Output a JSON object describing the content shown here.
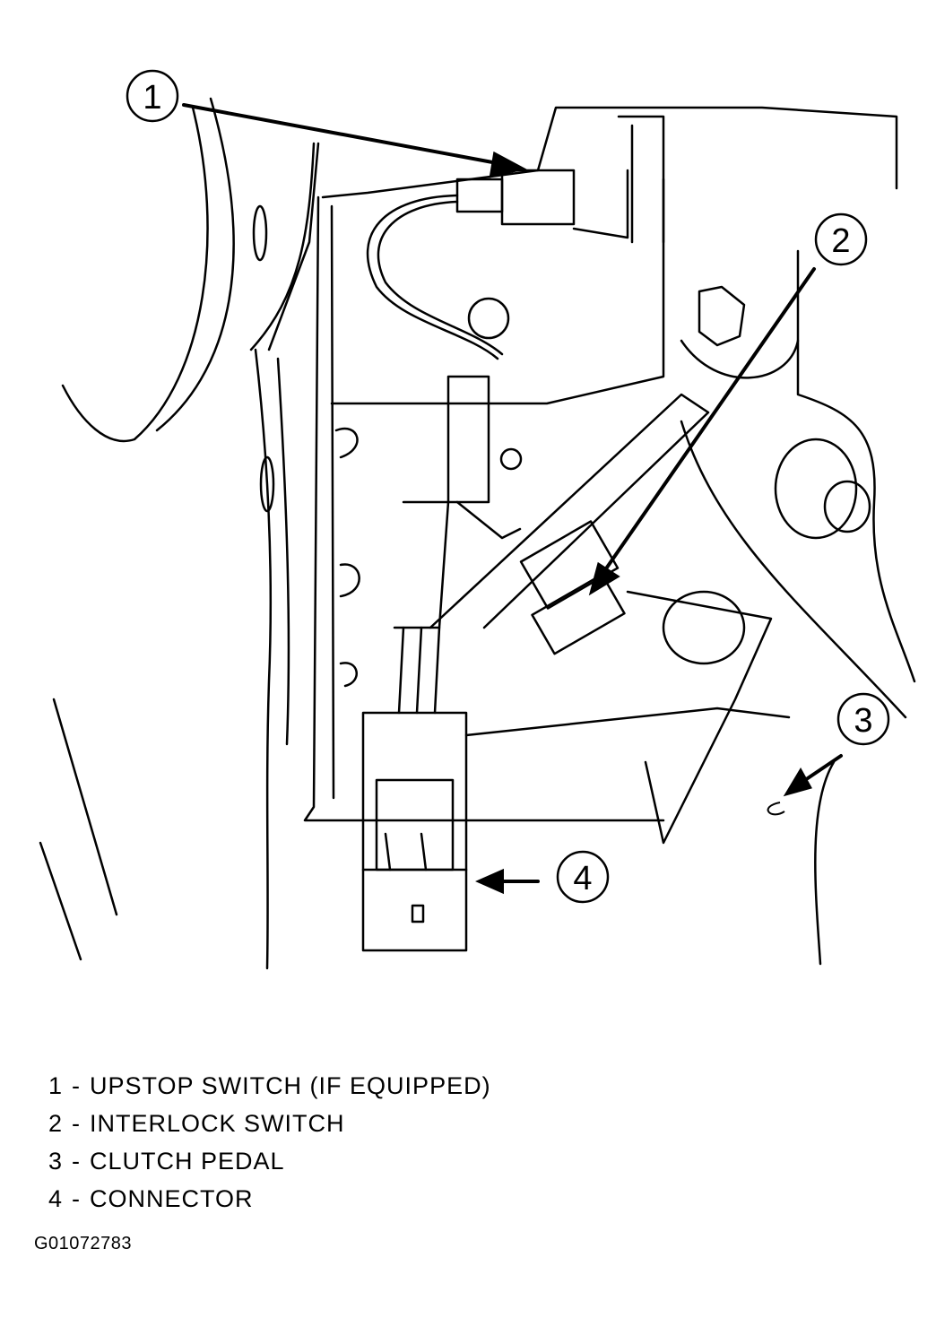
{
  "callouts": [
    {
      "number": "1",
      "label": "UPSTOP SWITCH (IF EQUIPPED)"
    },
    {
      "number": "2",
      "label": "INTERLOCK SWITCH"
    },
    {
      "number": "3",
      "label": "CLUTCH PEDAL"
    },
    {
      "number": "4",
      "label": "CONNECTOR"
    }
  ],
  "legend_separator": "-",
  "figure_id": "G01072783"
}
